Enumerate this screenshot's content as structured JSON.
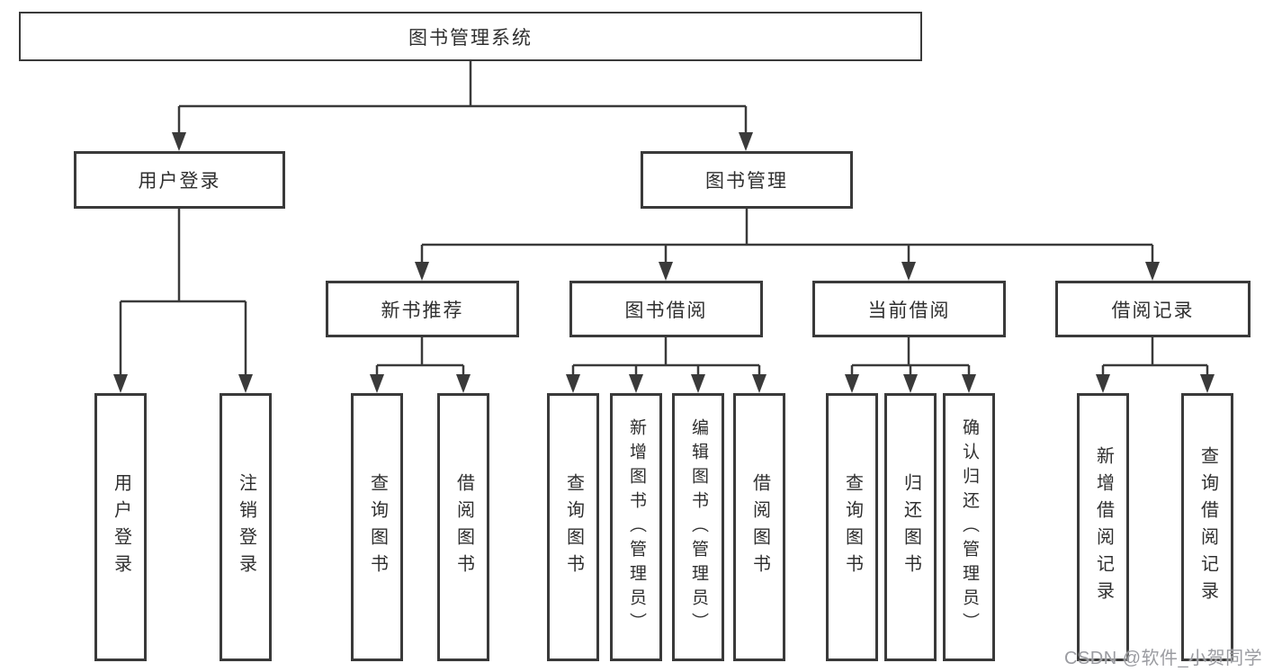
{
  "colors": {
    "line": "#3a3a3a",
    "ink": "#2f2f2f",
    "wm": "#9b9ca1",
    "bg": "#ffffff"
  },
  "watermark": {
    "text": "CSDN @软件_小贺同学"
  },
  "tree": {
    "label": "图书管理系统",
    "children": [
      {
        "label": "用户登录",
        "children": [
          {
            "label": "用户登录"
          },
          {
            "label": "注销登录"
          }
        ]
      },
      {
        "label": "图书管理",
        "children": [
          {
            "label": "新书推荐",
            "children": [
              {
                "label": "查询图书"
              },
              {
                "label": "借阅图书"
              }
            ]
          },
          {
            "label": "图书借阅",
            "children": [
              {
                "label": "查询图书"
              },
              {
                "label": "新增图书（管理员）"
              },
              {
                "label": "编辑图书（管理员）"
              },
              {
                "label": "借阅图书"
              }
            ]
          },
          {
            "label": "当前借阅",
            "children": [
              {
                "label": "查询图书"
              },
              {
                "label": "归还图书"
              },
              {
                "label": "确认归还（管理员）"
              }
            ]
          },
          {
            "label": "借阅记录",
            "children": [
              {
                "label": "新增借阅记录"
              },
              {
                "label": "查询借阅记录"
              }
            ]
          }
        ]
      }
    ]
  }
}
